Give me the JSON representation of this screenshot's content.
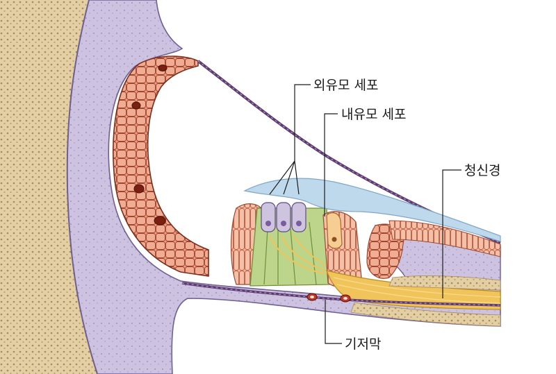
{
  "labels": {
    "outer_hair_cells": "외유모 세포",
    "inner_hair_cells": "내유모 세포",
    "cochlear_nerve": "청신경",
    "basilar_membrane": "기저막"
  },
  "colors": {
    "bone": "#e3cfa4",
    "bone_dots": "#a8875a",
    "periosteum": "#c9bedd",
    "stria_cells": "#e8957a",
    "stria_outline": "#7a2e1c",
    "tectorial": "#bfd9ec",
    "hair_cells": "#cfc4e0",
    "supporting": "#bcd58a",
    "nerve": "#f0c45a",
    "membrane": "#5e3a6e"
  }
}
